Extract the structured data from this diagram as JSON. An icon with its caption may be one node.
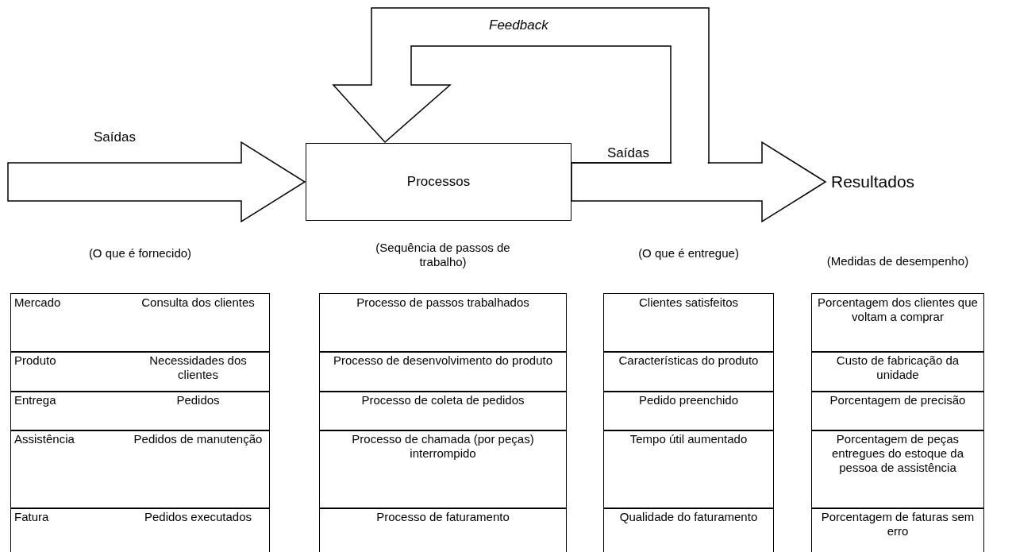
{
  "diagram": {
    "nodes": [
      {
        "text": [
          "Processos"
        ]
      },
      {
        "text": [
          "Resultados"
        ]
      }
    ],
    "edges": [
      {
        "from": null,
        "to": 0,
        "arrow": "to",
        "label": "Saídas"
      },
      {
        "from": 0,
        "to": 1,
        "arrow": "to",
        "label": "Saídas"
      },
      {
        "from": 0,
        "to": 0,
        "arrow": "to",
        "label": "Feedback"
      }
    ],
    "labels": [
      "(O que é fornecido)",
      "(Sequência de passos de trabalho)",
      "(O que é entregue)",
      "(Medidas de desempenho)",
      "Mercado",
      "Consulta dos clientes",
      "Processo de passos trabalhados",
      "Clientes satisfeitos",
      "Porcentagem dos clientes que voltam a comprar",
      "Produto",
      "Necessidades dos clientes",
      "Processo de desenvolvimento do produto",
      "Características do produto",
      "Custo de fabricação da unidade",
      "Entrega",
      "Pedidos",
      "Processo de coleta de pedidos",
      "Pedido preenchido",
      "Porcentagem de precisão",
      "Assistência",
      "Pedidos de manutenção",
      "Processo de chamada (por peças) interrompido",
      "Tempo útil aumentado",
      "Porcentagem de peças entregues do estoque da pessoa de assistência",
      "Fatura",
      "Pedidos executados",
      "Processo de faturamento",
      "Qualidade do faturamento",
      "Porcentagem de faturas sem erro"
    ]
  }
}
